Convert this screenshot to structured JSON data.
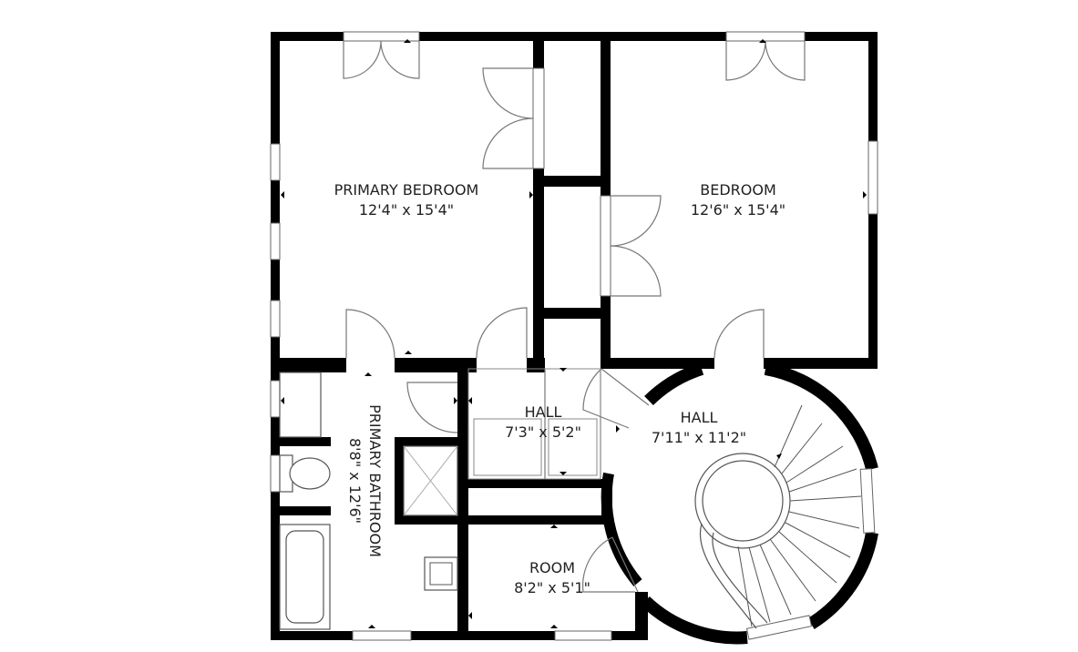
{
  "rooms": [
    {
      "id": "primary-bedroom",
      "name": "PRIMARY BEDROOM",
      "dims": "12'4\" x 15'4\""
    },
    {
      "id": "bedroom",
      "name": "BEDROOM",
      "dims": "12'6\" x 15'4\""
    },
    {
      "id": "hall-small",
      "name": "HALL",
      "dims": "7'3\" x 5'2\""
    },
    {
      "id": "hall-stair",
      "name": "HALL",
      "dims": "7'11\" x 11'2\""
    },
    {
      "id": "primary-bathroom",
      "name": "PRIMARY BATHROOM",
      "dims": "8'8\" x 12'6\""
    },
    {
      "id": "room",
      "name": "ROOM",
      "dims": "8'2\" x 5'1\""
    }
  ],
  "colors": {
    "wall": "#000000",
    "line": "#777777",
    "text": "#222222"
  }
}
